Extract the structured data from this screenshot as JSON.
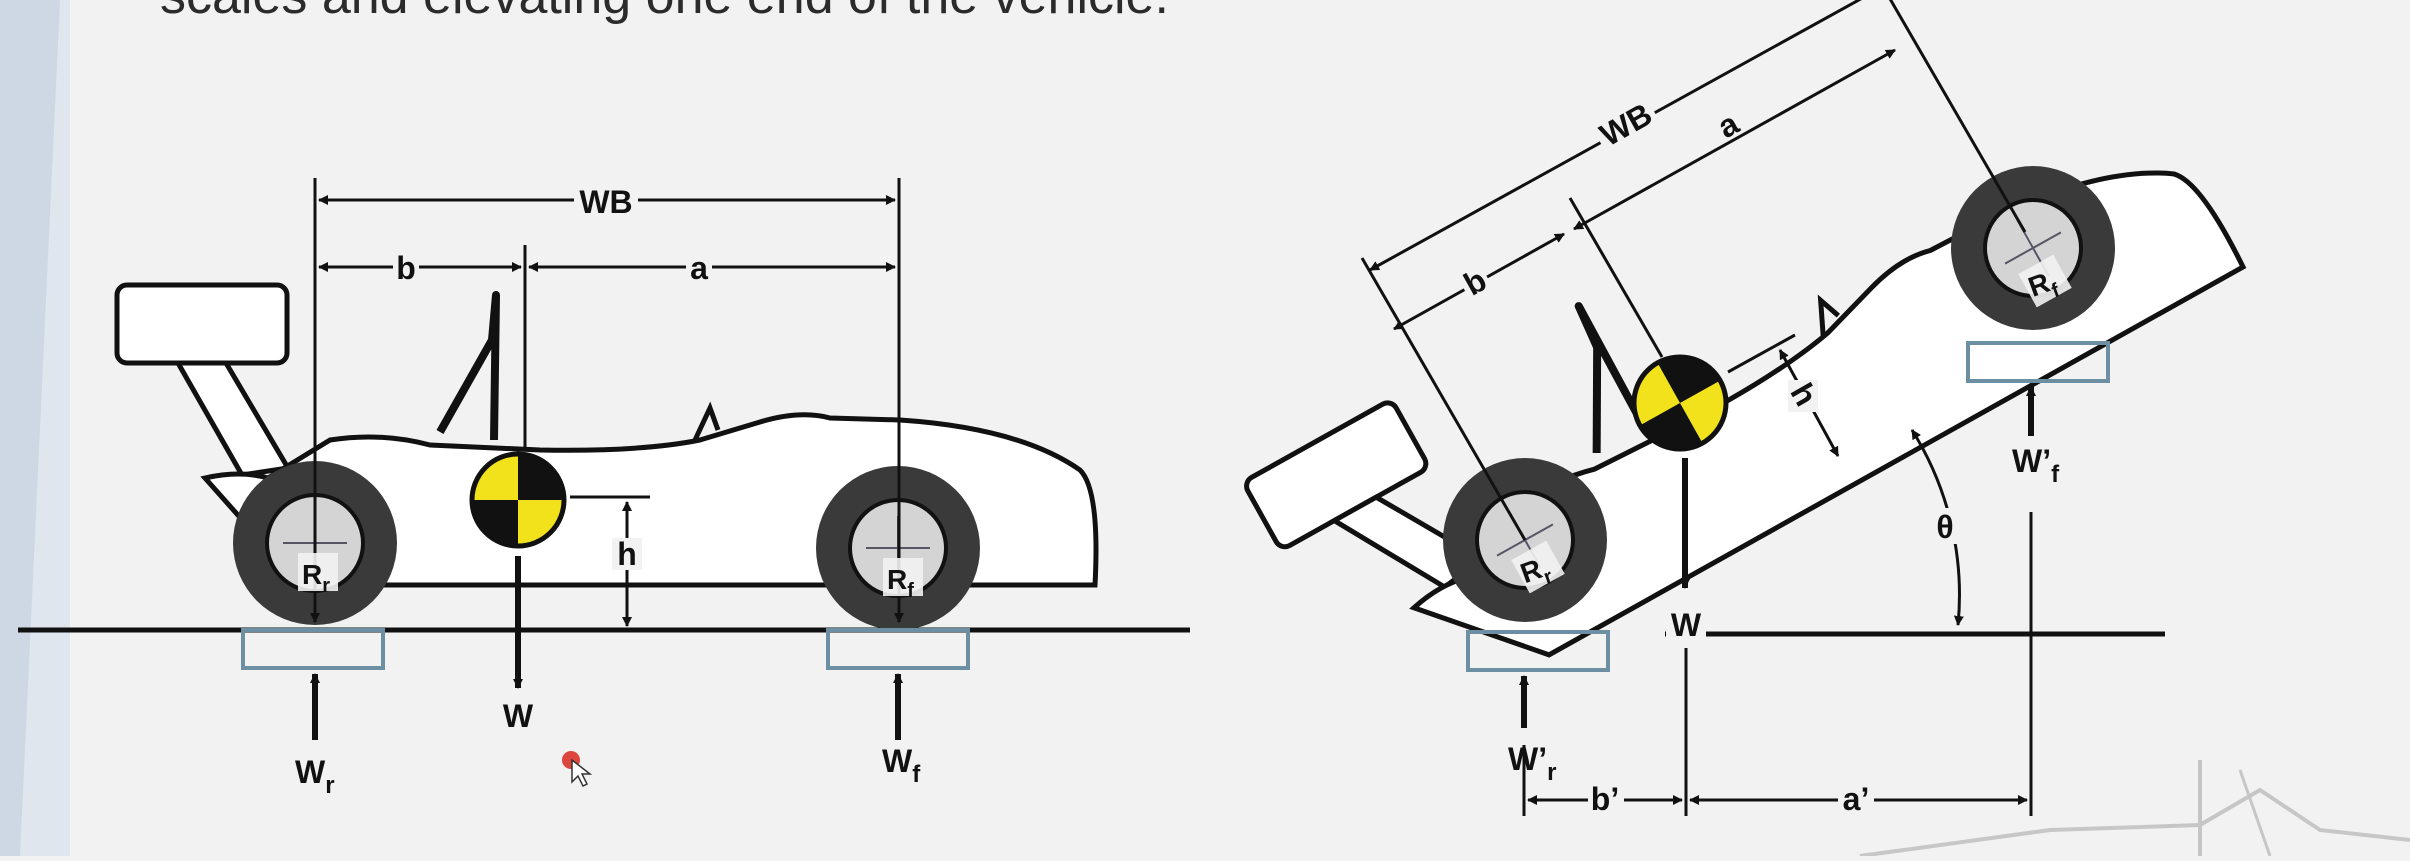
{
  "heading": {
    "text": "scales and elevating one end of the vehicle."
  },
  "left_diagram": {
    "wb": "WB",
    "a": "a",
    "b": "b",
    "h": "h",
    "w": "W",
    "r_r": "R",
    "r_r_sub": "r",
    "r_f": "R",
    "r_f_sub": "f",
    "w_r": "W",
    "w_r_sub": "r",
    "w_f": "W",
    "w_f_sub": "f"
  },
  "right_diagram": {
    "wb": "WB",
    "a": "a",
    "b": "b",
    "h": "h",
    "w": "W",
    "theta": "θ",
    "r_r": "R",
    "r_r_sub": "r",
    "r_f": "R",
    "r_f_sub": "f",
    "w_pr": "W’",
    "w_pr_sub": "r",
    "w_pf": "W’",
    "w_pf_sub": "f",
    "a_prime": "a’",
    "b_prime": "b’"
  },
  "colors": {
    "background": "#f2f2f2",
    "line": "#111111",
    "tire": "#3a3a3a",
    "hub": "#d4d4d4",
    "cg_yellow": "#f2e21c",
    "scale_outline": "#6d8fa3"
  }
}
